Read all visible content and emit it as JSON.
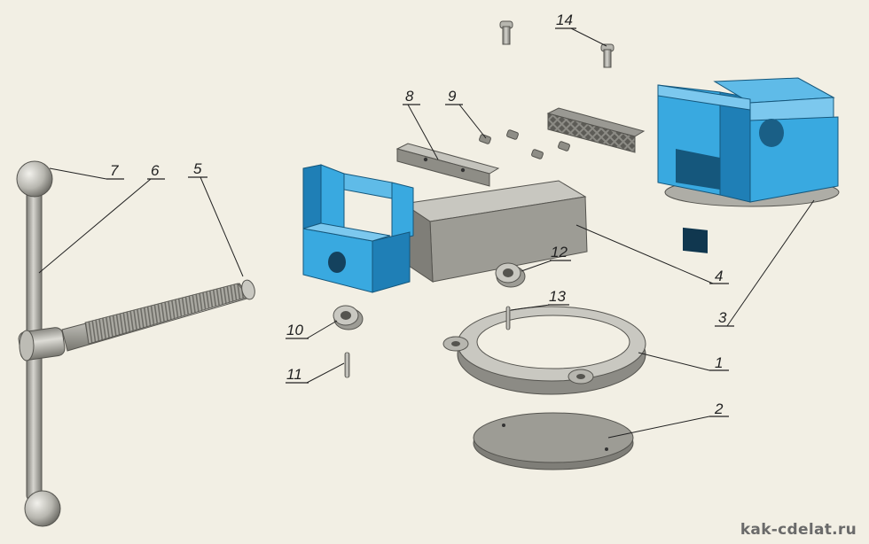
{
  "colors": {
    "background": "#f2efe4",
    "blue_part": "#39a9e0",
    "blue_part_dark": "#1f7fb6",
    "steel": "#a5a49c",
    "steel_dark": "#6f6e68",
    "line": "#222222"
  },
  "callouts": [
    "1",
    "2",
    "3",
    "4",
    "5",
    "6",
    "7",
    "8",
    "9",
    "10",
    "11",
    "12",
    "13",
    "14"
  ],
  "watermark": "kak-cdelat.ru"
}
